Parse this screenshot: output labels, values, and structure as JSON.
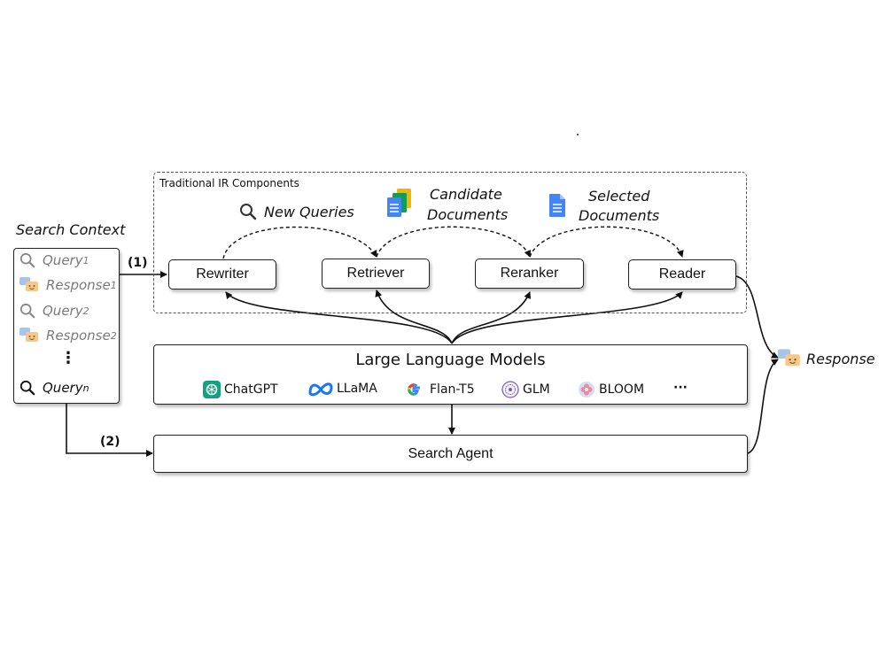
{
  "ir_components": {
    "title": "Traditional IR Components",
    "new_queries": "New Queries",
    "candidate_documents_line1": "Candidate",
    "candidate_documents_line2": "Documents",
    "selected_documents_line1": "Selected",
    "selected_documents_line2": "Documents",
    "rewriter": "Rewriter",
    "retriever": "Retriever",
    "reranker": "Reranker",
    "reader": "Reader"
  },
  "search_context": {
    "title": "Search Context",
    "rows": [
      {
        "label": "Query",
        "sub": "1"
      },
      {
        "label": "Response",
        "sub": "1"
      },
      {
        "label": "Query",
        "sub": "2"
      },
      {
        "label": "Response",
        "sub": "2"
      },
      {
        "label": "Query",
        "sub": "n"
      }
    ],
    "ellipsis": "⋮"
  },
  "edges": {
    "label_1": "(1)",
    "label_2": "(2)"
  },
  "llm": {
    "title": "Large Language Models",
    "models": [
      {
        "name": "ChatGPT",
        "icon": "chatgpt-icon",
        "color": "#10a37f"
      },
      {
        "name": "LLaMA",
        "icon": "meta-icon",
        "color": "#1877f2"
      },
      {
        "name": "Flan-T5",
        "icon": "google-icon",
        "color": "#4285f4"
      },
      {
        "name": "GLM",
        "icon": "glm-seal-icon",
        "color": "#7b5ea7"
      },
      {
        "name": "BLOOM",
        "icon": "bloom-icon",
        "color": "#e88aa8"
      }
    ],
    "more": "···"
  },
  "search_agent": {
    "label": "Search Agent"
  },
  "output": {
    "label": "Response"
  }
}
